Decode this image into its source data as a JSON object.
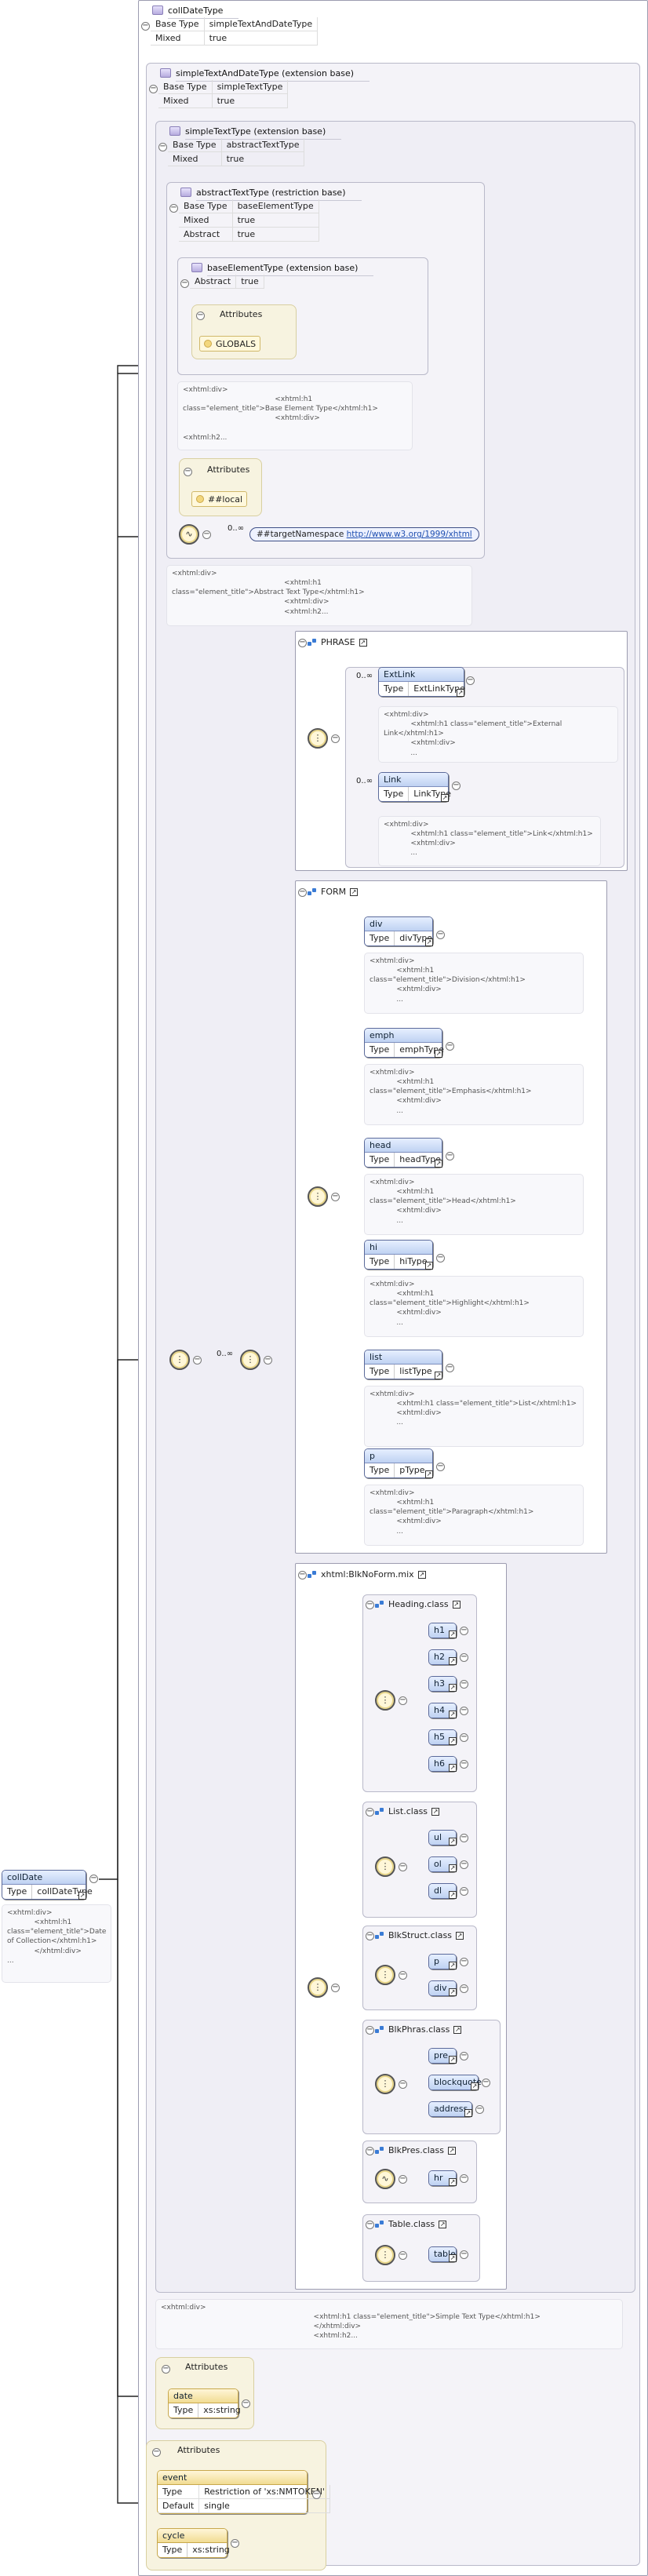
{
  "root": {
    "name": "collDate",
    "type_label": "Type",
    "type_value": "collDateType",
    "doc": "<xhtml:div>\n            <xhtml:h1\nclass=\"element_title\">Date\nof Collection</xhtml:h1>\n            </xhtml:div>\n..."
  },
  "collDateType": {
    "title": "collDateType",
    "rows": [
      [
        "Base Type",
        "simpleTextAndDateType"
      ],
      [
        "Mixed",
        "true"
      ]
    ]
  },
  "simpleTextAndDateType": {
    "title": "simpleTextAndDateType (extension base)",
    "rows": [
      [
        "Base Type",
        "simpleTextType"
      ],
      [
        "Mixed",
        "true"
      ]
    ]
  },
  "simpleTextType": {
    "title": "simpleTextType (extension base)",
    "rows": [
      [
        "Base Type",
        "abstractTextType"
      ],
      [
        "Mixed",
        "true"
      ]
    ],
    "doc": "<xhtml:div>\n                                                                    <xhtml:h1 class=\"element_title\">Simple Text Type</xhtml:h1>\n                                                                    </xhtml:div>\n                                                                    <xhtml:h2..."
  },
  "abstractTextType": {
    "title": "abstractTextType (restriction base)",
    "rows": [
      [
        "Base Type",
        "baseElementType"
      ],
      [
        "Mixed",
        "true"
      ],
      [
        "Abstract",
        "true"
      ]
    ],
    "doc": "<xhtml:div>\n                                                  <xhtml:h1\nclass=\"element_title\">Abstract Text Type</xhtml:h1>\n                                                  <xhtml:div>\n                                                  <xhtml:h2..."
  },
  "baseElementType": {
    "title": "baseElementType (extension base)",
    "rows": [
      [
        "Abstract",
        "true"
      ]
    ],
    "attributes_label": "Attributes",
    "globals": "GLOBALS",
    "doc": "<xhtml:div>\n                                         <xhtml:h1\nclass=\"element_title\">Base Element Type</xhtml:h1>\n                                         <xhtml:div>\n\n<xhtml:h2..."
  },
  "abstract_attrs": {
    "label": "Attributes",
    "item": "##local"
  },
  "any": {
    "mult": "0..∞",
    "ns_label": "##targetNamespace",
    "ns_url": "http://www.w3.org/1999/xhtml"
  },
  "phrase": {
    "title": "PHRASE",
    "items": [
      {
        "mult": "0..∞",
        "name": "ExtLink",
        "type_label": "Type",
        "type": "ExtLinkType",
        "doc": "<xhtml:div>\n            <xhtml:h1 class=\"element_title\">External\nLink</xhtml:h1>\n            <xhtml:div>\n            ..."
      },
      {
        "mult": "0..∞",
        "name": "Link",
        "type_label": "Type",
        "type": "LinkType",
        "doc": "<xhtml:div>\n            <xhtml:h1 class=\"element_title\">Link</xhtml:h1>\n            <xhtml:div>\n            ..."
      }
    ]
  },
  "choice_mult": "0..∞",
  "form": {
    "title": "FORM",
    "items": [
      {
        "name": "div",
        "type_label": "Type",
        "type": "divType",
        "doc": "<xhtml:div>\n            <xhtml:h1\nclass=\"element_title\">Division</xhtml:h1>\n            <xhtml:div>\n            ..."
      },
      {
        "name": "emph",
        "type_label": "Type",
        "type": "emphType",
        "doc": "<xhtml:div>\n            <xhtml:h1\nclass=\"element_title\">Emphasis</xhtml:h1>\n            <xhtml:div>\n            ..."
      },
      {
        "name": "head",
        "type_label": "Type",
        "type": "headType",
        "doc": "<xhtml:div>\n            <xhtml:h1 class=\"element_title\">Head</xhtml:h1>\n            <xhtml:div>\n            ..."
      },
      {
        "name": "hi",
        "type_label": "Type",
        "type": "hiType",
        "doc": "<xhtml:div>\n            <xhtml:h1\nclass=\"element_title\">Highlight</xhtml:h1>\n            <xhtml:div>\n            ..."
      },
      {
        "name": "list",
        "type_label": "Type",
        "type": "listType",
        "doc": "<xhtml:div>\n            <xhtml:h1 class=\"element_title\">List</xhtml:h1>\n            <xhtml:div>\n            ..."
      },
      {
        "name": "p",
        "type_label": "Type",
        "type": "pType",
        "doc": "<xhtml:div>\n            <xhtml:h1\nclass=\"element_title\">Paragraph</xhtml:h1>\n            <xhtml:div>\n            ..."
      }
    ]
  },
  "blkform": {
    "title": "xhtml:BlkNoForm.mix",
    "groups": [
      {
        "title": "Heading.class",
        "items": [
          "h1",
          "h2",
          "h3",
          "h4",
          "h5",
          "h6"
        ]
      },
      {
        "title": "List.class",
        "items": [
          "ul",
          "ol",
          "dl"
        ]
      },
      {
        "title": "BlkStruct.class",
        "items": [
          "p",
          "div"
        ]
      },
      {
        "title": "BlkPhras.class",
        "items": [
          "pre",
          "blockquote",
          "address"
        ]
      },
      {
        "title": "BlkPres.class",
        "items": [
          "hr"
        ]
      },
      {
        "title": "Table.class",
        "items": [
          "table"
        ]
      }
    ]
  },
  "simple_attrs": {
    "label": "Attributes",
    "name": "date",
    "type_label": "Type",
    "type": "xs:string"
  },
  "coll_attrs": {
    "label": "Attributes",
    "event": {
      "name": "event",
      "rows": [
        [
          "Type",
          "Restriction of 'xs:NMTOKEN'"
        ],
        [
          "Default",
          "single"
        ]
      ]
    },
    "cycle": {
      "name": "cycle",
      "type_label": "Type",
      "type": "xs:string"
    }
  }
}
